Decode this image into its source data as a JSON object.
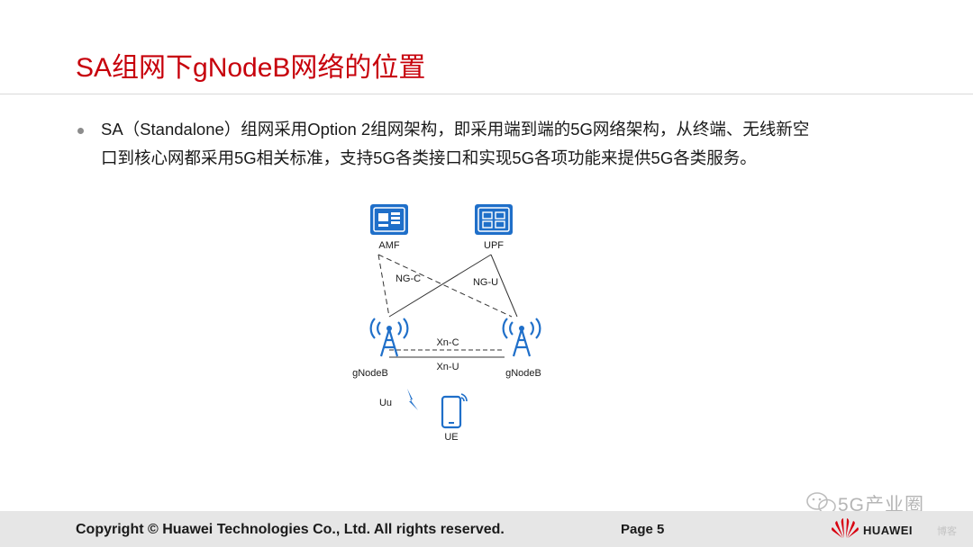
{
  "slide": {
    "title": "SA组网下gNodeB网络的位置",
    "bullet": {
      "line1": "SA（Standalone）组网采用Option 2组网架构，即采用端到端的5G网络架构，从终端、无线新空",
      "line2": "口到核心网都采用5G相关标准，支持5G各类接口和实现5G各项功能来提供5G各类服务。"
    }
  },
  "diagram": {
    "nodes": {
      "amf": "AMF",
      "upf": "UPF",
      "gnb_left": "gNodeB",
      "gnb_right": "gNodeB",
      "ue": "UE"
    },
    "interfaces": {
      "ng_c": "NG-C",
      "ng_u": "NG-U",
      "xn_c": "Xn-C",
      "xn_u": "Xn-U",
      "uu": "Uu"
    },
    "colors": {
      "icon_blue": "#1f6fc9",
      "line": "#333333"
    }
  },
  "footer": {
    "copyright": "Copyright © Huawei Technologies Co., Ltd. All rights reserved.",
    "page_label": "Page 5",
    "brand": "HUAWEI",
    "watermark": "5G产业圈",
    "watermark_sub": "博客"
  },
  "colors": {
    "title": "#c7000b",
    "footer_bg": "#e6e6e6",
    "logo_red": "#d8000f"
  }
}
